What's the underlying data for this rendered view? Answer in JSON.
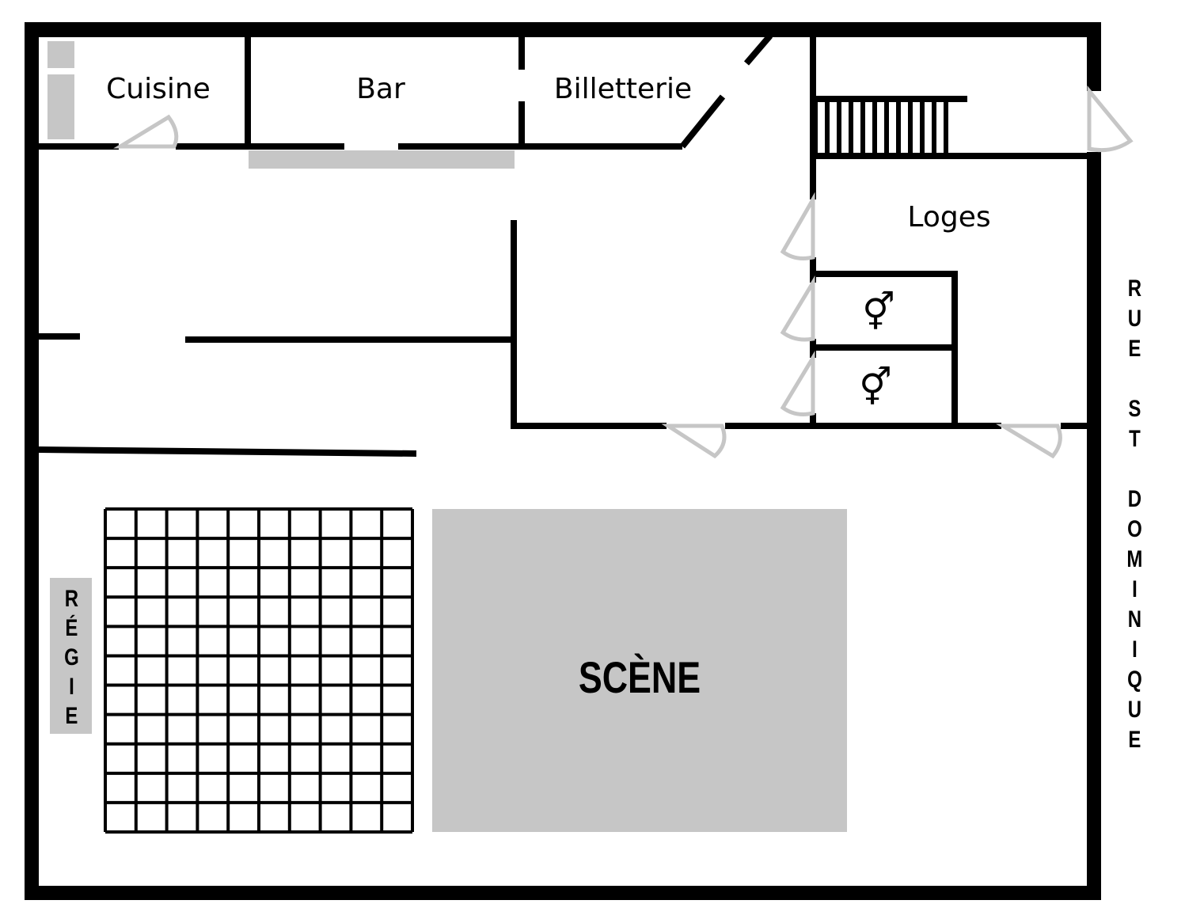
{
  "rooms": {
    "kitchen": "Cuisine",
    "bar": "Bar",
    "ticketing": "Billetterie",
    "dressing_rooms": "Loges",
    "stage": "SCÈNE",
    "control_booth": "RÉGIE"
  },
  "restrooms": [
    {
      "icon": "male-female-icon",
      "symbol": "⚥"
    },
    {
      "icon": "male-female-icon",
      "symbol": "⚥"
    }
  ],
  "street": "RUE ST DOMINIQUE",
  "seating": {
    "columns": 10,
    "rows": 11
  },
  "colors": {
    "wall": "#000000",
    "furniture": "#c6c6c6",
    "door": "#c6c6c6"
  }
}
